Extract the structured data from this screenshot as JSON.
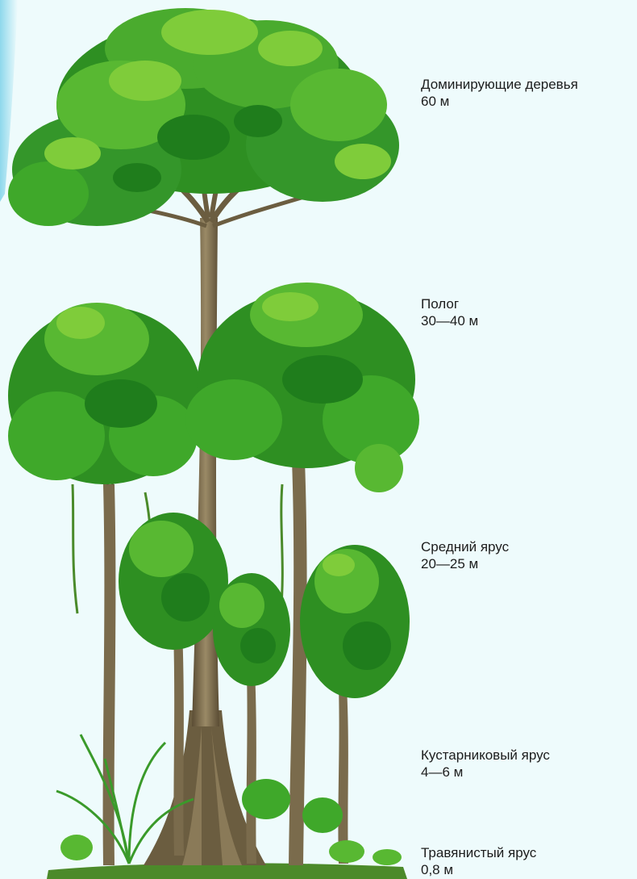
{
  "layers": [
    {
      "name": "Доминирующие деревья",
      "height": "60 м"
    },
    {
      "name": "Полог",
      "height": "30—40 м"
    },
    {
      "name": "Средний ярус",
      "height": "20—25 м"
    },
    {
      "name": "Кустарниковый ярус",
      "height": "4—6 м"
    },
    {
      "name": "Травянистый ярус",
      "height": "0,8 м"
    }
  ],
  "colors": {
    "background": "#eefbfc",
    "edge_band": "#8ed8ec",
    "leaf_dark": "#1f7d1c",
    "leaf_mid": "#3fa82a",
    "leaf_light": "#7fcc3a",
    "trunk": "#7a6b4c",
    "ground": "#4c8a2a"
  }
}
